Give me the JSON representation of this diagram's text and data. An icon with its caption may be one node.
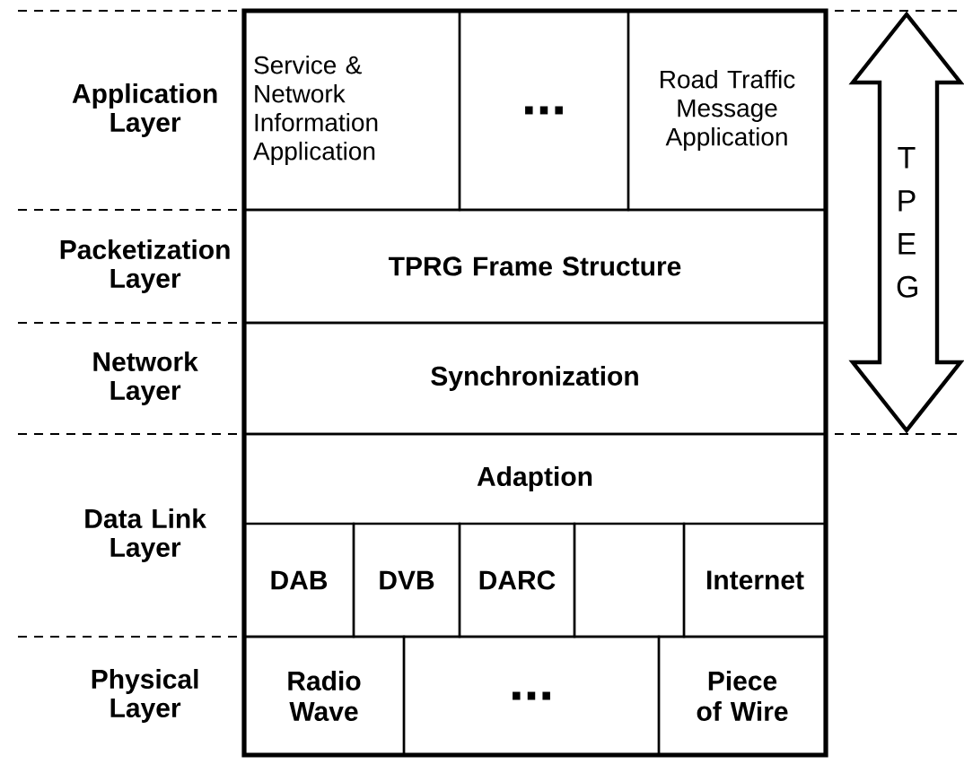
{
  "diagram": {
    "nodes": [
      {
        "text": [
          "Service & Network Information Application"
        ]
      },
      {
        "text": [
          "..."
        ]
      },
      {
        "text": [
          "Road Traffic Message Application"
        ]
      },
      {
        "text": [
          "TPRG Frame Structure"
        ]
      },
      {
        "text": [
          "Synchronization"
        ]
      },
      {
        "text": [
          "Adaption"
        ]
      },
      {
        "text": [
          "DAB"
        ]
      },
      {
        "text": [
          "DVB"
        ]
      },
      {
        "text": [
          "DARC"
        ]
      },
      {
        "text": [],
        "shape": "box"
      },
      {
        "text": [
          "Internet"
        ]
      },
      {
        "text": [
          "Radio Wave"
        ]
      },
      {
        "text": [
          "..."
        ]
      },
      {
        "text": [
          "Piece of Wire"
        ]
      },
      {
        "text": [
          "T P E G"
        ]
      }
    ],
    "labels": [
      "Application Layer",
      "Packetization Layer",
      "Network Layer",
      "Data Link Layer",
      "Physical Layer"
    ]
  }
}
